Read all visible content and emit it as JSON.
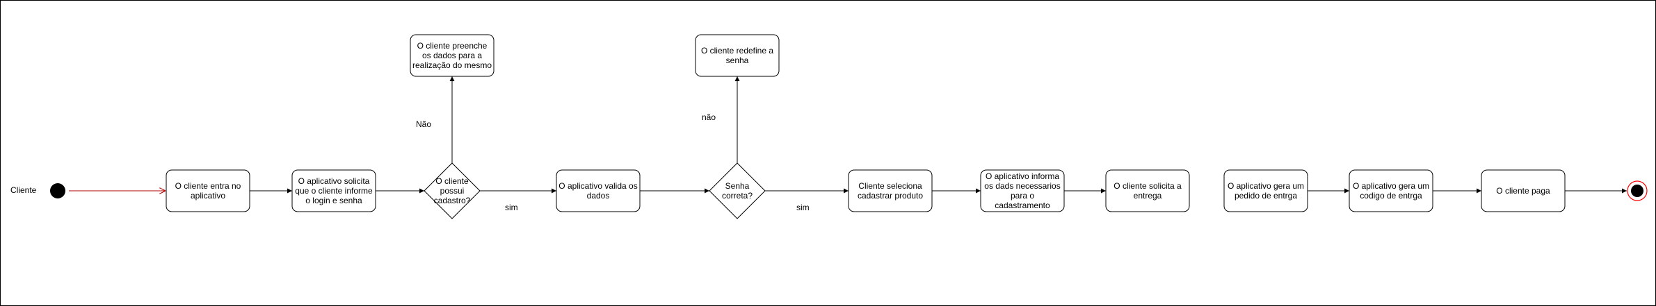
{
  "diagram": {
    "lane_label": "Cliente",
    "nodes": {
      "n1": "O cliente entra no aplicativo",
      "n2": "O aplicativo solicita que o cliente informe o login e senha",
      "d1": "O cliente possui cadastro?",
      "n3": "O cliente preenche os dados para a realização do mesmo",
      "n4": "O aplicativo valida os dados",
      "d2": "Senha correta?",
      "n5": "O cliente redefine a senha",
      "n6": "Cliente seleciona cadastrar produto",
      "n7": "O aplicativo informa os dads necessarios para o cadastramento",
      "n8": "O cliente solicita a entrega",
      "n9": "O aplicativo gera um pedido de entrga",
      "n10": "O aplicativo gera um codigo de entrga",
      "n11": "O cliente paga"
    },
    "edge_labels": {
      "d1_no": "Não",
      "d1_yes": "sim",
      "d2_no": "não",
      "d2_yes": "sim"
    },
    "colors": {
      "stroke": "#000000",
      "initial_flow": "#b20000",
      "final_ring": "#ff0000",
      "node_fill": "#ffffff"
    }
  }
}
